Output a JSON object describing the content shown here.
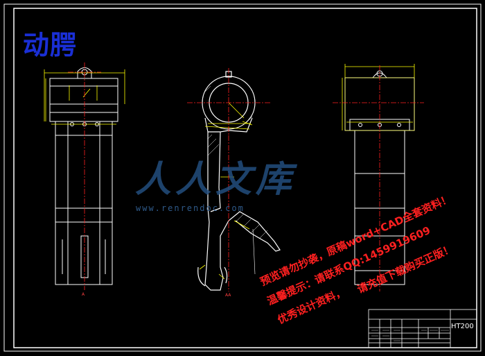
{
  "drawing": {
    "title": "动腭",
    "section_label_left": "A",
    "section_label_mid": "AA"
  },
  "watermark": {
    "logo_text": "人人文库",
    "url_text": "www.renrendoc.com"
  },
  "notes": [
    "预览请勿抄袭，原稿word+CAD全套资料！",
    "温馨提示：请联系QQ:1459919609",
    "优秀设计资料，",
    "请充值下载购买正版！"
  ],
  "title_block": {
    "material": "HT200"
  },
  "colors": {
    "background": "#000000",
    "outline": "#ffffff",
    "dimension": "#ffff00",
    "centerline": "#ff2020",
    "title": "#1a2fd6",
    "note": "#ff2020"
  }
}
